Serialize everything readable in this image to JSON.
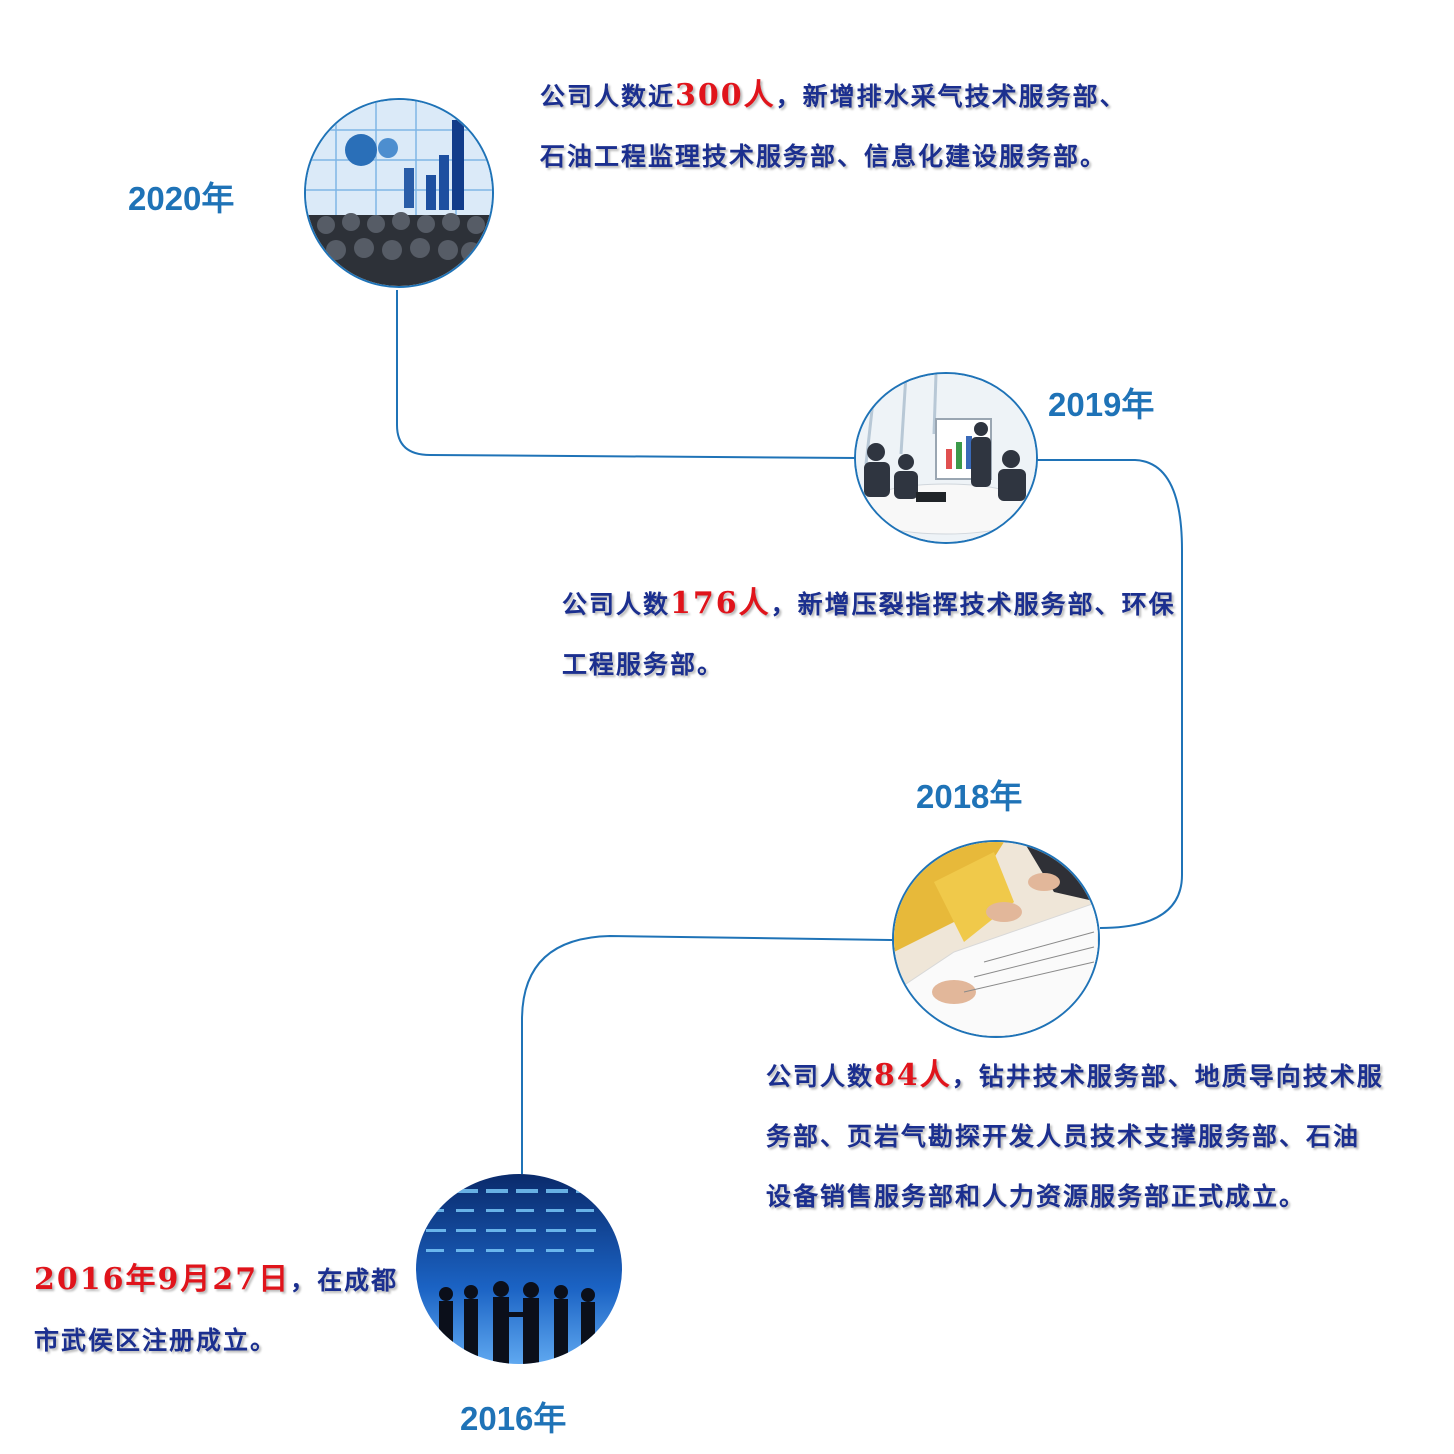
{
  "colors": {
    "year": "#1f73b7",
    "text": "#1b2f8f",
    "highlight": "#e0141b",
    "line": "#1f73b7"
  },
  "milestones": [
    {
      "year": "2020年",
      "text_pre": "公司人数近",
      "highlight": "300人",
      "text_post": "，新增排水采气技术服务部、石油工程监理技术服务部、信息化建设服务部。",
      "photo": "presentation-audience-photo"
    },
    {
      "year": "2019年",
      "text_pre": "公司人数",
      "highlight": "176人",
      "text_post": "，新增压裂指挥技术服务部、环保工程服务部。",
      "photo": "meeting-room-photo"
    },
    {
      "year": "2018年",
      "text_pre": "公司人数",
      "highlight": "84人",
      "text_post": "，钻井技术服务部、地质导向技术服务部、页岩气勘探开发人员技术支撑服务部、石油设备销售服务部和人力资源服务部正式成立。",
      "photo": "signing-documents-photo"
    },
    {
      "year": "2016年",
      "text_pre": "",
      "highlight": "2016年9月27日",
      "text_post": "，在成都市武侯区注册成立。",
      "photo": "stock-market-handshake-photo"
    }
  ]
}
